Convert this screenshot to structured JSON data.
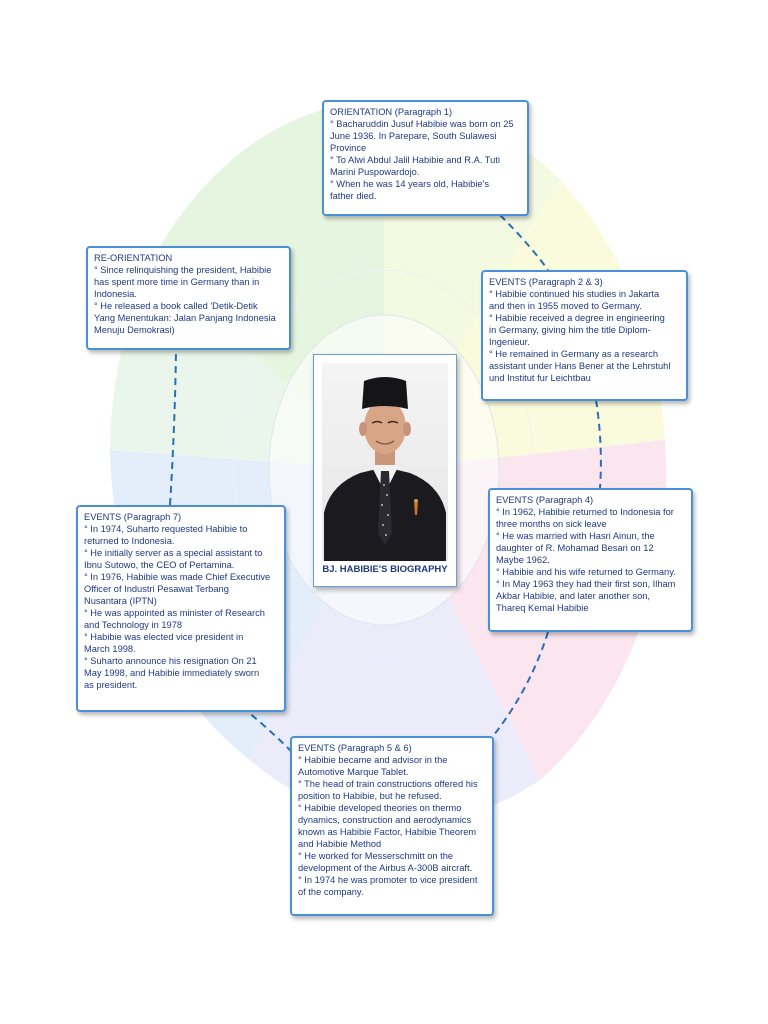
{
  "center": {
    "label": "BJ. HABIBIE'S BIOGRAPHY"
  },
  "colors": {
    "box_border": "#4a90d9",
    "text": "#1f3a80",
    "connector": "#2a6fb5"
  },
  "boxes": {
    "orientation": {
      "title": "ORIENTATION (Paragraph 1)",
      "lines": [
        "° Bacharuddin Jusuf Habibie was born on 25",
        "June 1936. In Parepare, South Sulawesi",
        "Province",
        "° To Alwi Abdul Jalil Habibie and R.A. Tuti",
        "Marini Puspowardojo.",
        "° When he was 14 years old, Habibie's",
        "father died."
      ]
    },
    "events_2_3": {
      "title": "EVENTS (Paragraph 2 & 3)",
      "lines": [
        "° Habibie continued his studies in Jakarta",
        "and then in 1955 moved to Germany.",
        "° Habibie received a degree in engineering",
        "in Germany, giving him the title Diplom-",
        "Ingenieur.",
        "° He remained in Germany as a research",
        "assistant under Hans Bener at the Lehrstuhl",
        "und Institut fur Leichtbau"
      ]
    },
    "events_4": {
      "title": "EVENTS (Paragraph 4)",
      "lines": [
        "° In 1962, Habibie returned to Indonesia for",
        "three months on sick leave",
        "° He was married with Hasri Ainun, the",
        "daughter of R. Mohamad Besari on 12",
        "Maybe 1962.",
        "° Habibie and his wife returned to Germany.",
        "° In May 1963 they had their first son, Ilham",
        "Akbar Habibie, and later another son,",
        "Thareq Kemal Habibie"
      ]
    },
    "events_5_6": {
      "title": "EVENTS (Paragraph 5 & 6)",
      "lines": [
        "° Habibie became and advisor in the",
        "Automotive Marque Tablet.",
        "° The head of train constructions offered his",
        "position to Habibie, but he refused.",
        "° Habibie developed theories on thermo",
        "dynamics, construction and aerodynamics",
        "known as Habibie Factor, Habibie Theorem",
        "and Habibie Method",
        "° He worked for Messerschmitt on the",
        "development of the Airbus A-300B aircraft.",
        "° In 1974 he was promoter to vice president",
        "of the company."
      ]
    },
    "events_7": {
      "title": "EVENTS (Paragraph 7)",
      "lines": [
        "° In 1974, Suharto requested Habibie to",
        "returned to Indonesia.",
        "° He initially server as a special assistant to",
        "Ibnu Sutowo, the CEO of Pertamina.",
        "° In 1976, Habibie was made Chief Executive",
        "Officer of Industri Pesawat Terbang",
        "Nusantara (IPTN)",
        "° He was appointed as minister of Research",
        "and Technology in 1978",
        "° Habibie was elected vice president in",
        "March 1998.",
        "° Suharto announce his resignation On 21",
        "May 1998, and Habibie immediately sworn",
        "as president."
      ]
    },
    "reorientation": {
      "title": "RE-ORIENTATION",
      "lines": [
        "° Since relinquishing the president, Habibie",
        "has spent more time in Germany than in",
        "Indonesia.",
        "° He released a book called 'Detik-Detik",
        "Yang Menentukan: Jalan Panjang Indonesia",
        "Menuju Demokrasi)"
      ]
    }
  }
}
